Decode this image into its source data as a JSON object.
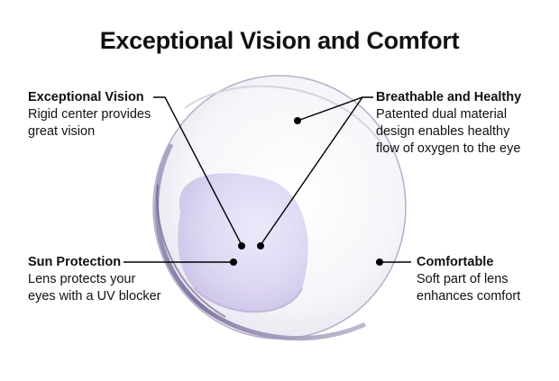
{
  "title": "Exceptional Vision and Comfort",
  "callouts": {
    "exceptional_vision": {
      "heading": "Exceptional Vision",
      "lines": [
        "Rigid center provides",
        "great vision"
      ]
    },
    "breathable": {
      "heading": "Breathable and Healthy",
      "lines": [
        "Patented dual material",
        "design enables healthy",
        "flow of oxygen to the eye"
      ]
    },
    "sun_protection": {
      "heading": "Sun Protection",
      "lines": [
        "Lens protects your",
        "eyes with a UV blocker"
      ]
    },
    "comfortable": {
      "heading": "Comfortable",
      "lines": [
        "Soft part of lens",
        "enhances comfort"
      ]
    }
  },
  "colors": {
    "lens_rim": "#8a7fa6",
    "lens_center_tint": "#d9d2f0",
    "leader_line": "#000000"
  }
}
